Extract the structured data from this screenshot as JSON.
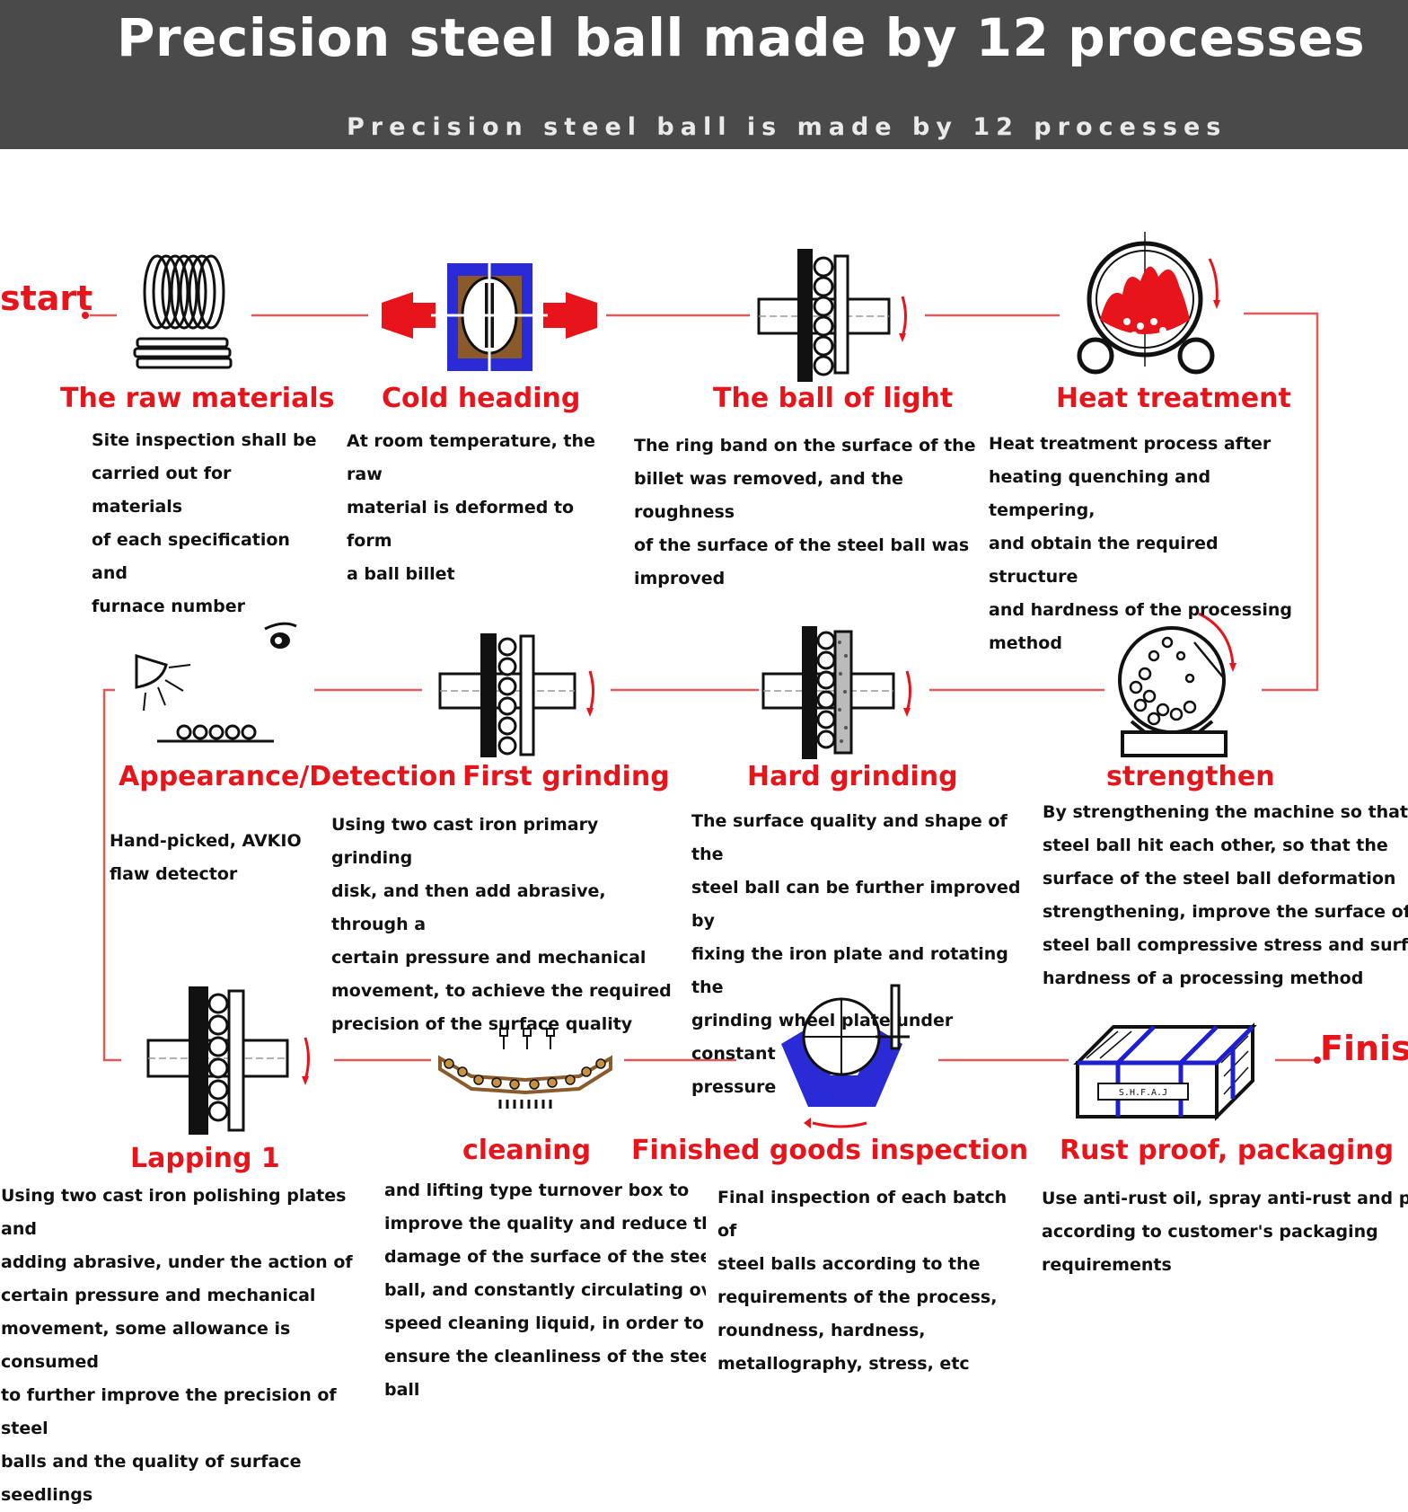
{
  "header": {
    "title": "Precision steel ball made by 12 processes",
    "subtitle": "Precision steel ball is made by 12 processes"
  },
  "flow": {
    "start_label": "start",
    "finish_label": "Finish"
  },
  "colors": {
    "accent": "#e8141b",
    "header_bg": "#4a4a4a",
    "blue": "#1f1fd0",
    "brown": "#8b5a2b"
  },
  "steps": [
    {
      "title": "The raw materials",
      "icon": "wire-coil-icon",
      "desc": "Site inspection shall be\ncarried out for materials\nof each specification and\nfurnace number"
    },
    {
      "title": "Cold heading",
      "icon": "cold-heading-die-icon",
      "desc": "At room temperature, the raw\nmaterial is deformed to form\na ball billet"
    },
    {
      "title": "The ball of light",
      "icon": "grinding-plates-icon",
      "desc": "The ring band on the surface of the\nbillet was removed, and the roughness\nof the surface of the steel ball was\nimproved"
    },
    {
      "title": "Heat treatment",
      "icon": "furnace-drum-icon",
      "desc": "Heat treatment process after\nheating quenching and tempering,\nand obtain the required structure\nand hardness of the processing\nmethod"
    },
    {
      "title": "strengthen",
      "icon": "strengthening-drum-icon",
      "desc": "By strengthening the machine so that the\nsteel ball hit each other, so that the\nsurface of the steel ball deformation\nstrengthening, improve the surface of the\nsteel ball compressive stress and surface\nhardness of a processing method"
    },
    {
      "title": "Hard grinding",
      "icon": "hard-grinding-plates-icon",
      "desc": "The surface quality and shape of the\nsteel ball can be further improved by\nfixing the iron plate and rotating the\ngrinding wheel plate under constant\npressure"
    },
    {
      "title": "First grinding",
      "icon": "grinding-plates-icon",
      "desc": "Using two cast iron primary grinding\ndisk, and then add abrasive, through a\ncertain pressure and mechanical\nmovement, to achieve the required\nprecision of the surface quality"
    },
    {
      "title": "Appearance/Detection",
      "icon": "lamp-detection-icon",
      "desc": "Hand-picked, AVKIO\nflaw detector"
    },
    {
      "title": "Lapping 1",
      "icon": "grinding-plates-icon",
      "desc": "Using two cast iron polishing plates and\nadding abrasive, under the action of\ncertain pressure and mechanical\nmovement, some allowance is consumed\nto further improve the precision of steel\nballs and the quality of surface seedlings"
    },
    {
      "title": "cleaning",
      "icon": "conveyor-cleaning-icon",
      "desc": "and lifting type turnover box to\nimprove the quality and reduce the\ndamage of the surface of the steel\nball, and constantly circulating over\nspeed cleaning liquid, in order to\nensure the cleanliness of the steel\nball"
    },
    {
      "title": "Finished goods inspection",
      "icon": "inspection-v-block-icon",
      "desc": "Final inspection of each batch of\nsteel balls according to the\nrequirements of the process,\nroundness, hardness,\nmetallography, stress, etc"
    },
    {
      "title": "Rust proof, packaging",
      "icon": "package-box-icon",
      "box_text": "S.H.F.A.J",
      "desc": "Use anti-rust oil, spray anti-rust and pack\naccording to customer's packaging\nrequirements"
    }
  ]
}
